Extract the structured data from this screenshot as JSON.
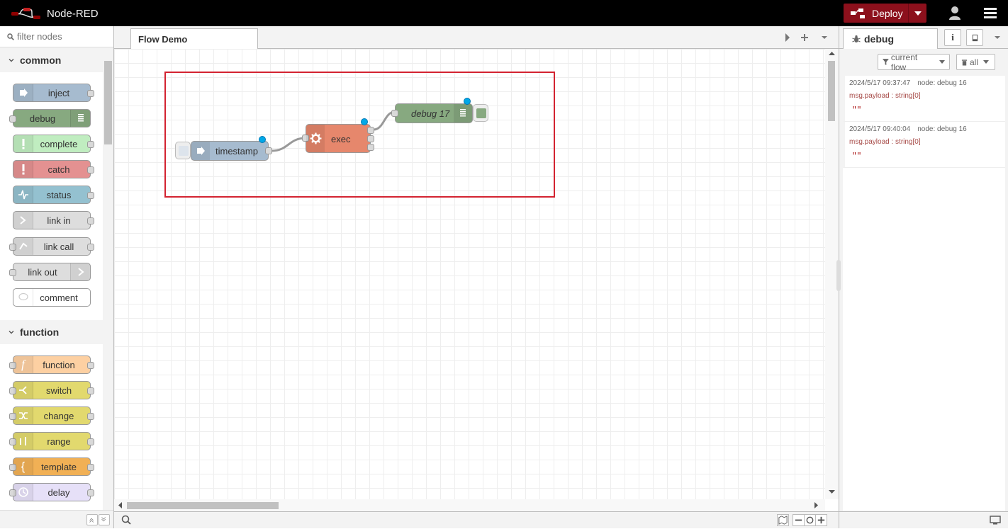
{
  "header": {
    "app_title": "Node-RED",
    "deploy_label": "Deploy"
  },
  "palette": {
    "search_placeholder": "filter nodes",
    "categories": [
      {
        "name": "common",
        "nodes": [
          "inject",
          "debug",
          "complete",
          "catch",
          "status",
          "link in",
          "link call",
          "link out",
          "comment"
        ]
      },
      {
        "name": "function",
        "nodes": [
          "function",
          "switch",
          "change",
          "range",
          "template",
          "delay"
        ]
      }
    ]
  },
  "workspace": {
    "tab": "Flow Demo",
    "nodes": {
      "timestamp": "timestamp",
      "exec": "exec",
      "debug": "debug 17"
    }
  },
  "sidebar": {
    "tab": "debug",
    "info_glyph": "i",
    "filter_label": "current flow",
    "clear_label": "all",
    "messages": [
      {
        "time": "2024/5/17 09:37:47",
        "node": "node: debug 16",
        "path": "msg.payload : string[0]",
        "value": "\"\""
      },
      {
        "time": "2024/5/17 09:40:04",
        "node": "node: debug 16",
        "path": "msg.payload : string[0]",
        "value": "\"\""
      }
    ]
  },
  "colors": {
    "inject": "#a6bbcf",
    "debug": "#87a980",
    "complete": "#c0edc0",
    "catch": "#e49191",
    "status": "#94c1d0",
    "link": "#dddddd",
    "function": "#fdd0a2",
    "switch": "#e2d96e",
    "exec": "#e6876c",
    "template": "#f1b055",
    "delay": "#e6e0f8",
    "deploy": "#8c101c",
    "selection": "#d32331"
  }
}
